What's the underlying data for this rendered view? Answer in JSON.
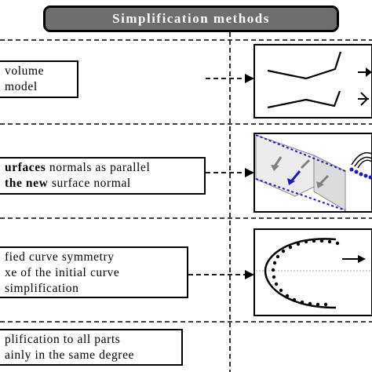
{
  "header": {
    "title": "Simplification methods"
  },
  "rows": [
    {
      "lines": [
        [
          {
            "t": "volume",
            "b": false
          }
        ],
        [
          {
            "t": "model",
            "b": false
          }
        ]
      ]
    },
    {
      "lines": [
        [
          {
            "t": "urfaces",
            "b": true
          },
          {
            "t": " normals as parallel",
            "b": false
          }
        ],
        [
          {
            "t": "the new",
            "b": true
          },
          {
            "t": " surface normal",
            "b": false
          }
        ]
      ]
    },
    {
      "lines": [
        [
          {
            "t": "fied curve symmetry",
            "b": false
          }
        ],
        [
          {
            "t": "xe of the initial curve",
            "b": false
          }
        ],
        [
          {
            "t": "simplification",
            "b": false
          }
        ]
      ]
    },
    {
      "lines": [
        [
          {
            "t": "plification to all parts",
            "b": false
          }
        ],
        [
          {
            "t": "ainly in the same degree",
            "b": false
          }
        ]
      ]
    }
  ],
  "colors": {
    "header_bg": "#6e6e6e",
    "accent_blue": "#1a1acc",
    "arrow_gray": "#808080"
  }
}
